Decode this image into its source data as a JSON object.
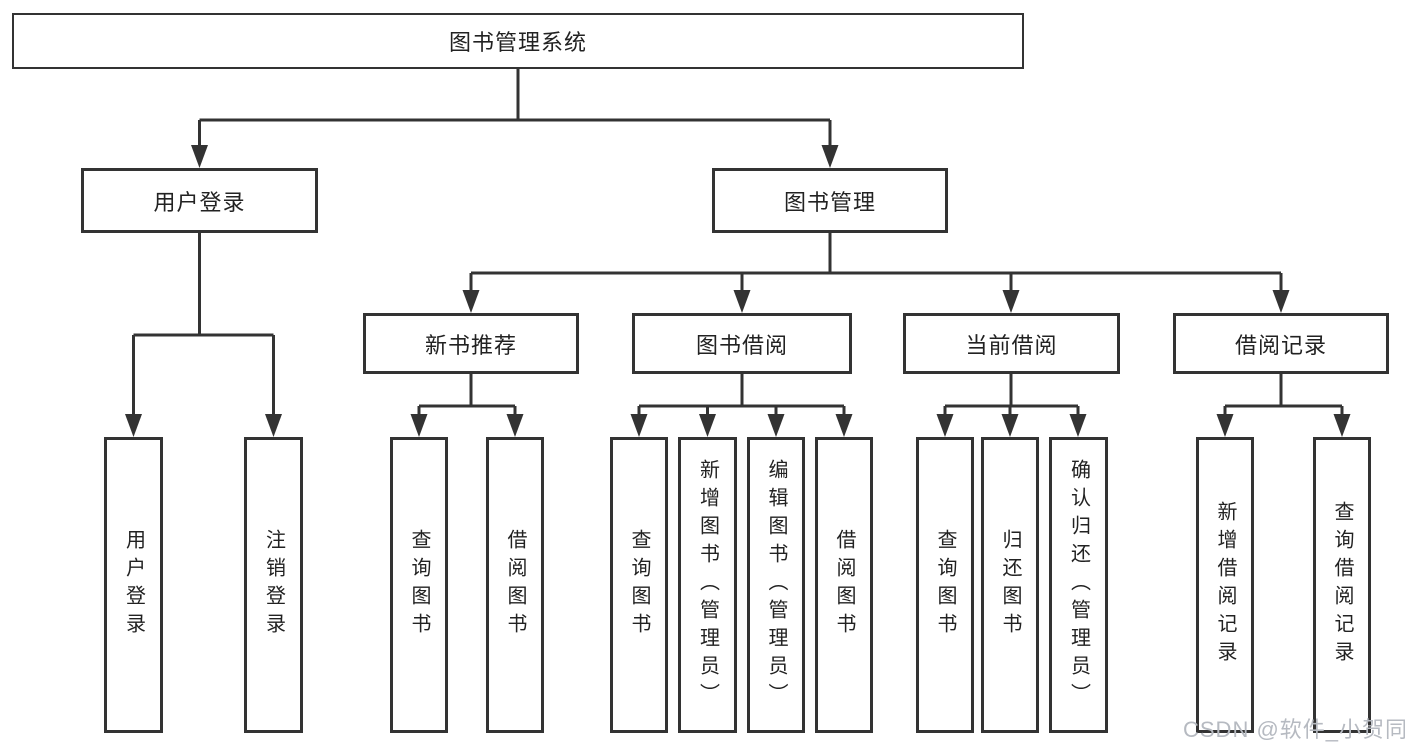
{
  "diagram": {
    "title": "图书管理系统",
    "branches": [
      {
        "label": "用户登录",
        "children": [
          "用户登录",
          "注销登录"
        ]
      },
      {
        "label": "图书管理",
        "sections": [
          {
            "label": "新书推荐",
            "children": [
              "查询图书",
              "借阅图书"
            ]
          },
          {
            "label": "图书借阅",
            "children": [
              "查询图书",
              "新增图书（管理员）",
              "编辑图书（管理员）",
              "借阅图书"
            ]
          },
          {
            "label": "当前借阅",
            "children": [
              "查询图书",
              "归还图书",
              "确认归还（管理员）"
            ]
          },
          {
            "label": "借阅记录",
            "children": [
              "新增借阅记录",
              "查询借阅记录"
            ]
          }
        ]
      }
    ]
  },
  "watermark": "CSDN @软件_小贺同学",
  "colors": {
    "line": "#333333",
    "text": "#222222",
    "box_background": "#ffffff",
    "watermark": "#b6bac1"
  }
}
